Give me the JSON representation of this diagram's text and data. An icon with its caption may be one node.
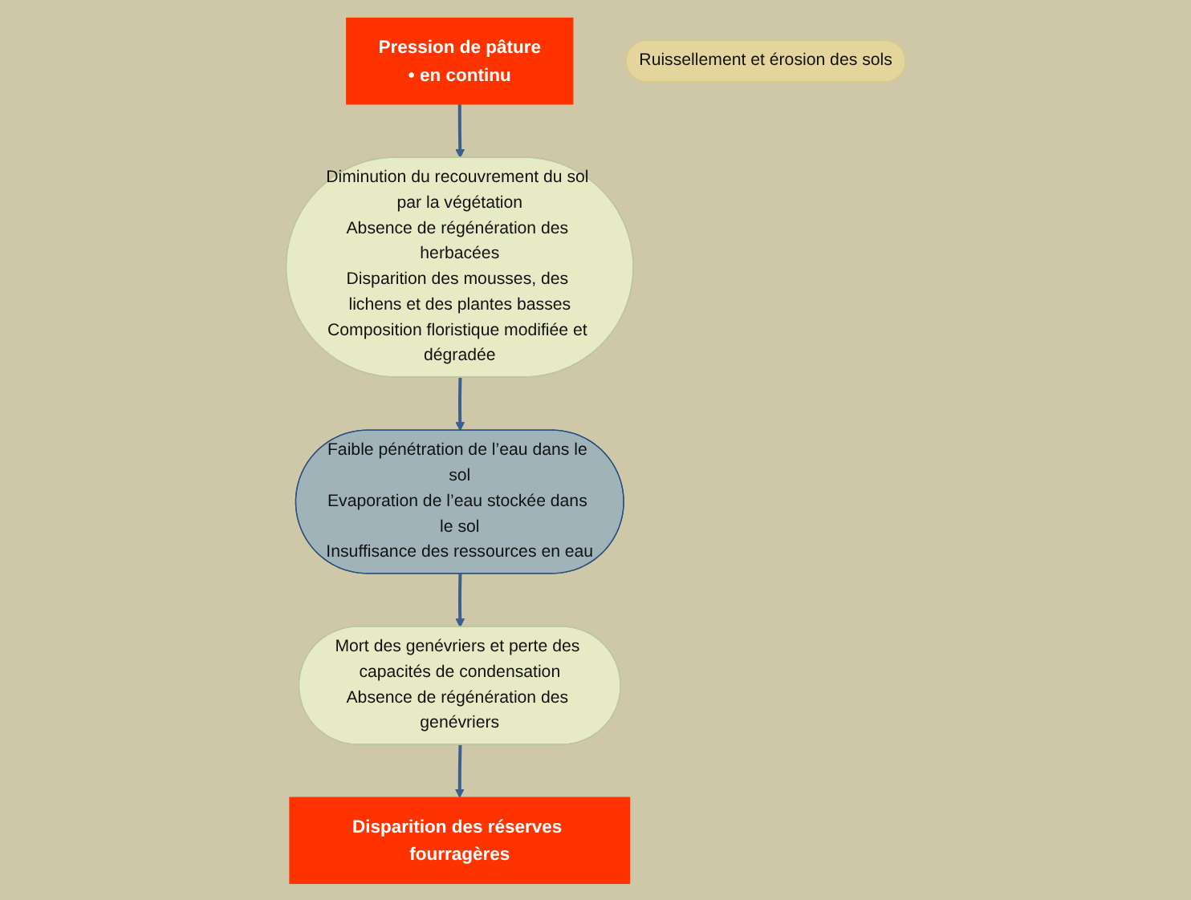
{
  "diagram": {
    "nodes": [
      {
        "text": [
          "Pression de pâture",
          "• en continu"
        ]
      },
      {
        "text": [
          "Diminution du recouvrement du sol par la végétation",
          "Absence de régénération des herbacées",
          "Disparition des mousses, des lichens et des plantes basses",
          "Composition floristique modifiée et dégradée"
        ]
      },
      {
        "text": [
          "Faible pénétration de l’eau dans le sol",
          "Evaporation de l’eau stockée dans le sol",
          "Insuffisance des ressources en eau"
        ]
      },
      {
        "text": [
          "Ruissellement et érosion des sols"
        ]
      },
      {
        "text": [
          "Mort des genévriers et perte des capacités de condensation",
          "Absence de régénération des genévriers"
        ]
      },
      {
        "text": [
          "Disparition des réserves fourragères"
        ]
      }
    ],
    "edges": [
      {
        "from": 0,
        "to": 1,
        "arrow": "to"
      },
      {
        "from": 1,
        "to": 2,
        "arrow": "to"
      },
      {
        "from": 2,
        "to": 4,
        "arrow": "to"
      },
      {
        "from": 4,
        "to": 5,
        "arrow": "to"
      }
    ]
  }
}
